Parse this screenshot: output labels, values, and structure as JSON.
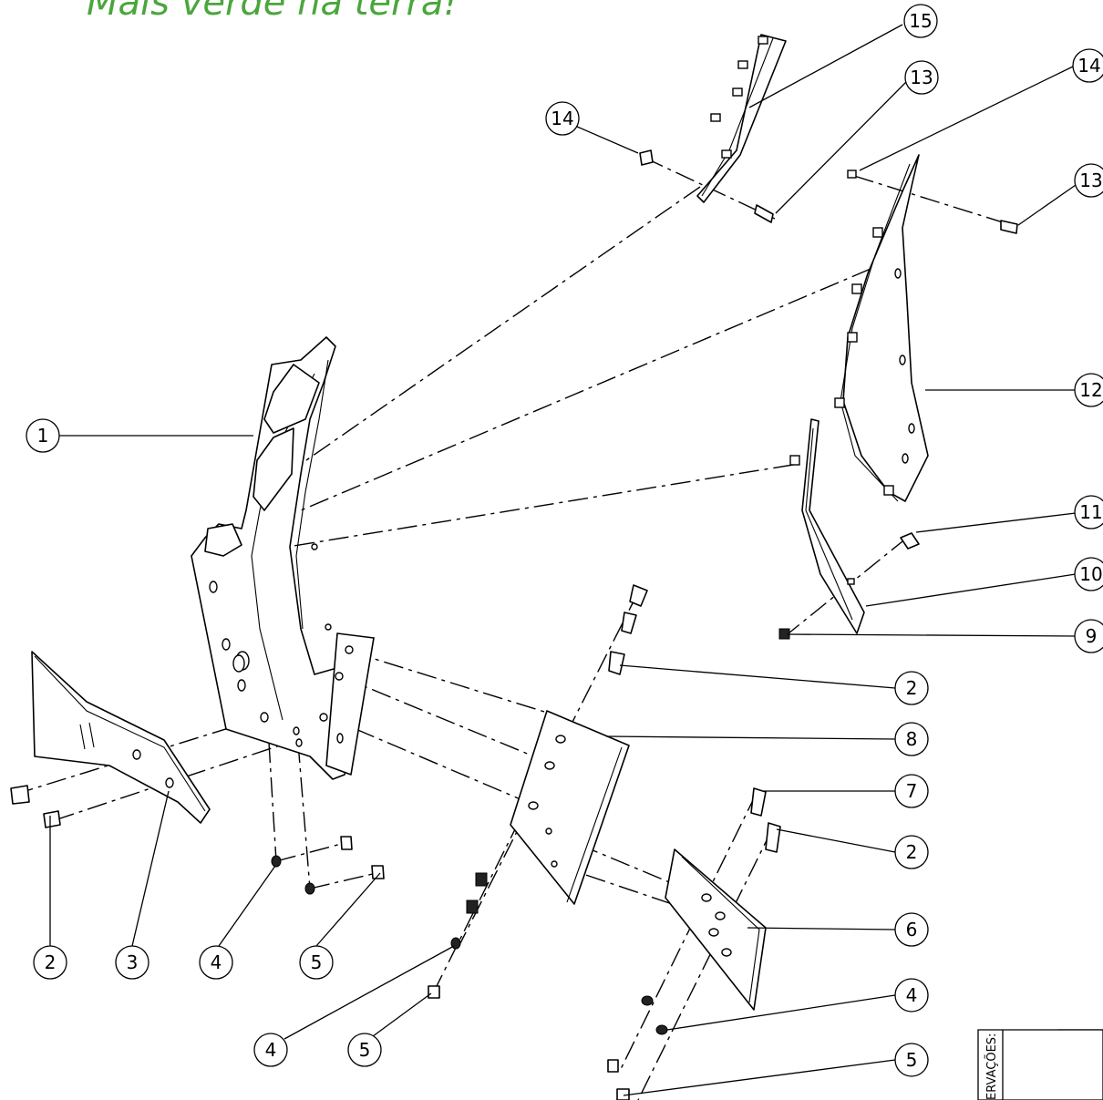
{
  "slogan": "Mais verde na terra!",
  "title_block": {
    "observations_label": "ERVAÇÕES:"
  },
  "callouts": [
    "15",
    "14",
    "13",
    "14",
    "13",
    "1",
    "12",
    "11",
    "10",
    "9",
    "2",
    "8",
    "7",
    "2",
    "6",
    "2",
    "3",
    "4",
    "5",
    "4",
    "4",
    "5",
    "5"
  ]
}
